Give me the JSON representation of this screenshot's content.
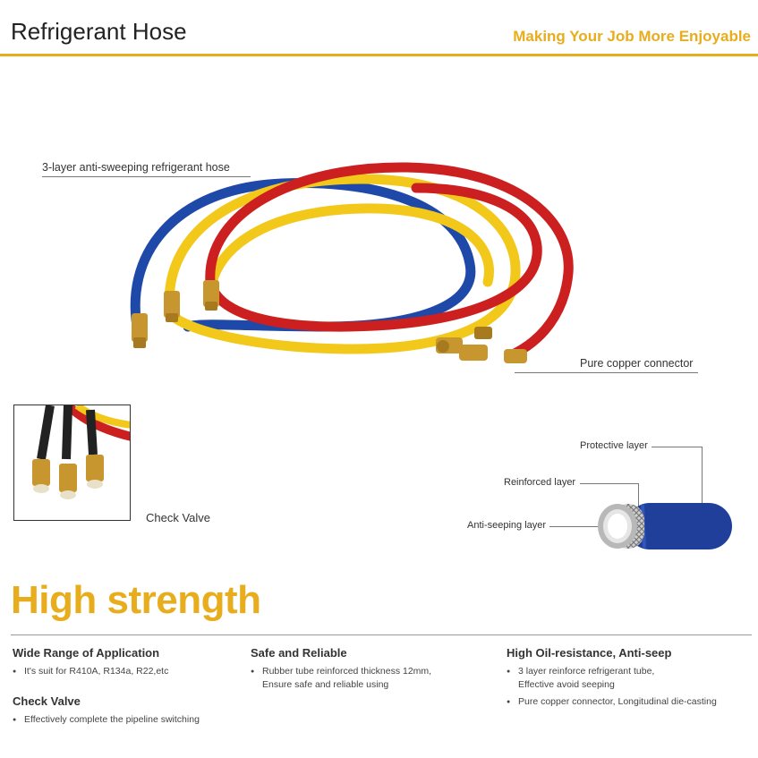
{
  "header": {
    "title": "Refrigerant Hose",
    "tagline": "Making Your Job More Enjoyable"
  },
  "product_image": {
    "callout_hose": "3-layer anti-sweeping refrigerant hose",
    "callout_connector": "Pure copper connector",
    "hose_colors": [
      "#cc1f1f",
      "#f2c81a",
      "#1f49a8"
    ],
    "brass_color": "#c8962e"
  },
  "check_valve": {
    "caption": "Check Valve"
  },
  "layers_diagram": {
    "protective": "Protective layer",
    "reinforced": "Reinforced layer",
    "anti_seeping": "Anti-seeping layer"
  },
  "headline": "High strength",
  "features": {
    "col1": {
      "title1": "Wide Range of Application",
      "items1": [
        "It's suit for R410A, R134a, R22,etc"
      ],
      "title2": "Check Valve",
      "items2": [
        "Effectively complete the pipeline switching"
      ]
    },
    "col2": {
      "title": "Safe and Reliable",
      "items": [
        "Rubber tube reinforced thickness 12mm,\nEnsure safe and reliable using"
      ]
    },
    "col3": {
      "title": "High Oil-resistance, Anti-seep",
      "items": [
        "3 layer reinforce refrigerant tube,\nEffective avoid seeping",
        "Pure copper connector, Longitudinal die-casting"
      ]
    }
  },
  "accent_color": "#e8ad1c"
}
